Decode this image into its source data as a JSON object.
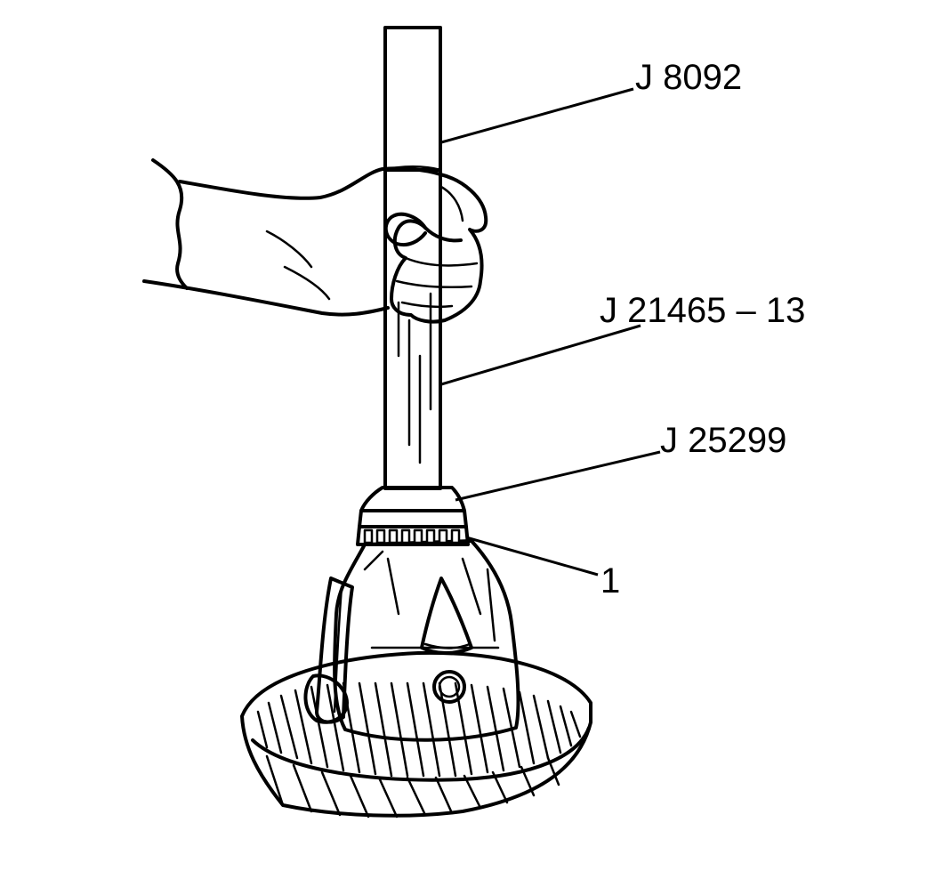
{
  "colors": {
    "ink": "#000000",
    "paper": "#ffffff",
    "stipple": "#9a9a9a"
  },
  "labels": {
    "driver_handle": "J 8092",
    "bearing_installer": "J 21465 – 13",
    "pilot": "J 25299",
    "bearing": "1"
  }
}
